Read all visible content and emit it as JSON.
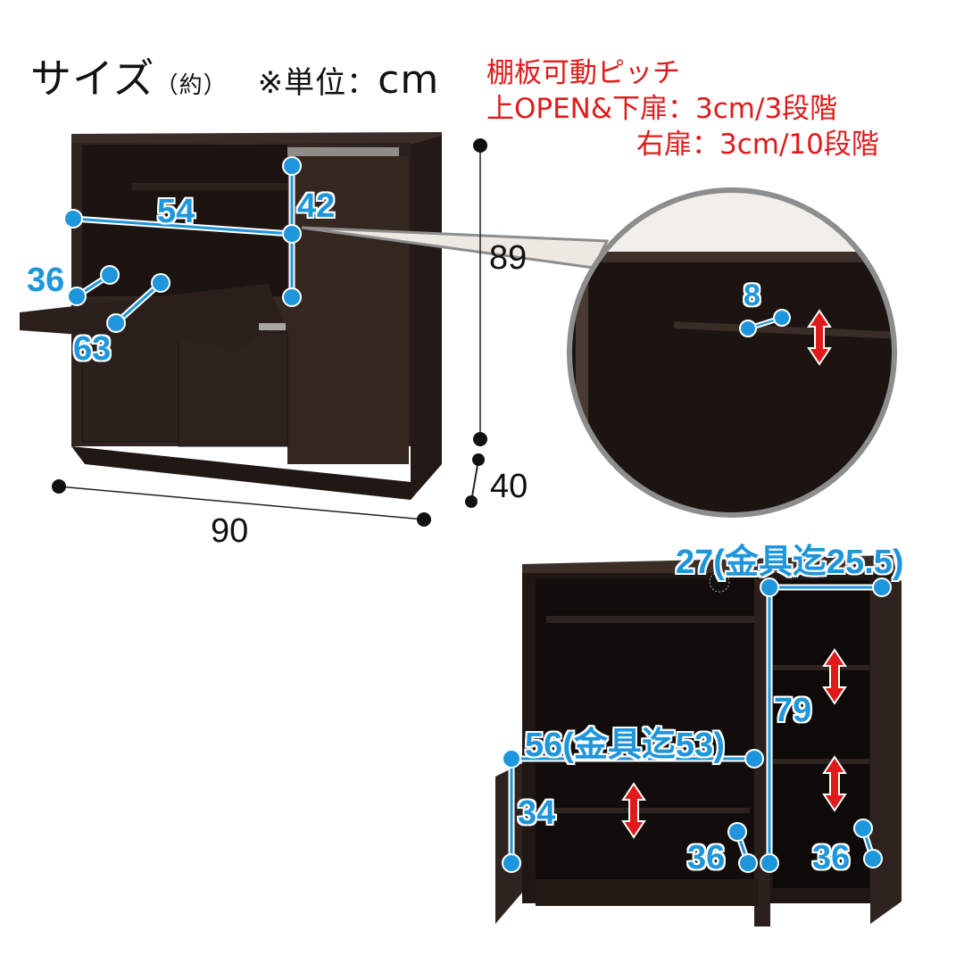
{
  "header": {
    "title": "サイズ",
    "approx": "（約）",
    "unit_label": "※単位：",
    "unit": "cm"
  },
  "shelf_pitch": {
    "heading": "棚板可動ピッチ",
    "line1": "上OPEN&下扉：3cm/3段階",
    "line2": "右扉：3cm/10段階",
    "color": "#e01a1a"
  },
  "overall_dimensions": {
    "width": "90",
    "height": "89",
    "depth": "40"
  },
  "main_view": {
    "open_width": "54",
    "open_height": "42",
    "slide_shelf_depth": "36",
    "slide_shelf_extended": "63"
  },
  "detail_circle": {
    "shelf_thickness": "8"
  },
  "open_view": {
    "right_width": "27(金具迄25.5)",
    "right_height": "79",
    "lower_width": "56(金具迄53)",
    "lower_height": "34",
    "lower_depth": "36",
    "right_depth": "36"
  },
  "colors": {
    "dimension_blue": "#1e96dc",
    "arrow_red": "#e01a1a",
    "wood_dark": "#2b201c"
  }
}
